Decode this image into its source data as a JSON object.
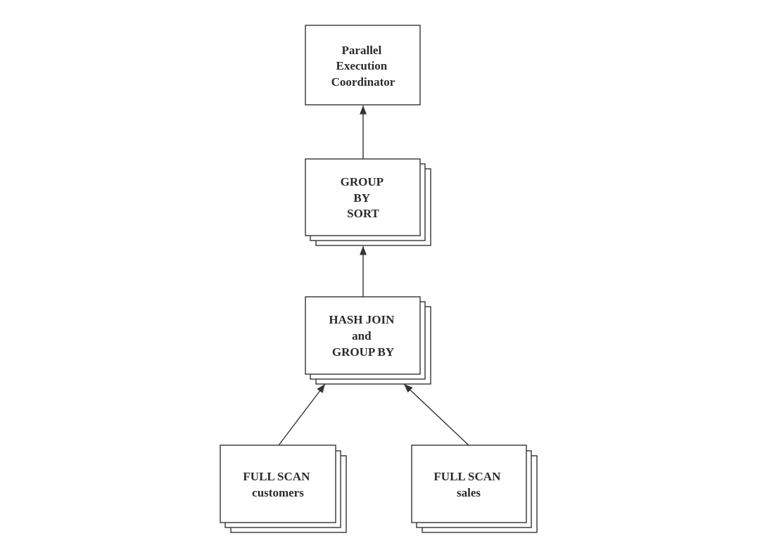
{
  "nodes": [
    {
      "id": "coordinator",
      "lines": [
        "Parallel",
        "Execution",
        "Coordinator"
      ]
    },
    {
      "id": "group-by-sort",
      "lines": [
        "GROUP",
        "BY",
        "SORT"
      ]
    },
    {
      "id": "hash-join",
      "lines": [
        "HASH JOIN",
        "and",
        "GROUP BY"
      ]
    },
    {
      "id": "scan-customers",
      "lines": [
        "FULL SCAN",
        "customers"
      ]
    },
    {
      "id": "scan-sales",
      "lines": [
        "FULL SCAN",
        "sales"
      ]
    }
  ],
  "edges": [
    {
      "from": "group-by-sort",
      "to": "coordinator"
    },
    {
      "from": "hash-join",
      "to": "group-by-sort"
    },
    {
      "from": "scan-customers",
      "to": "hash-join"
    },
    {
      "from": "scan-sales",
      "to": "hash-join"
    }
  ]
}
